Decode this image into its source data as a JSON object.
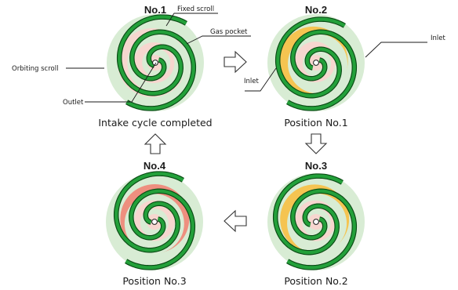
{
  "stages": [
    {
      "title": "No.1",
      "caption": "Intake cycle completed"
    },
    {
      "title": "No.2",
      "caption": "Position No.1"
    },
    {
      "title": "No.3",
      "caption": "Position No.2"
    },
    {
      "title": "No.4",
      "caption": "Position No.3"
    }
  ],
  "callouts": {
    "fixed_scroll": "Fixed scroll",
    "gas_pocket": "Gas pocket",
    "orbiting_scroll": "Orbiting scroll",
    "outlet": "Outlet",
    "inlet": "Inlet"
  },
  "colors": {
    "scroll_wall": "#23a03a",
    "scroll_outline": "#0a4a14",
    "background_gas": "#d8ecd4",
    "suction_pocket": "#f7c24a",
    "pink_pocket": "#f7d6cf",
    "compressed_pocket": "#ef8a7a",
    "arrow_fill": "#ffffff"
  }
}
